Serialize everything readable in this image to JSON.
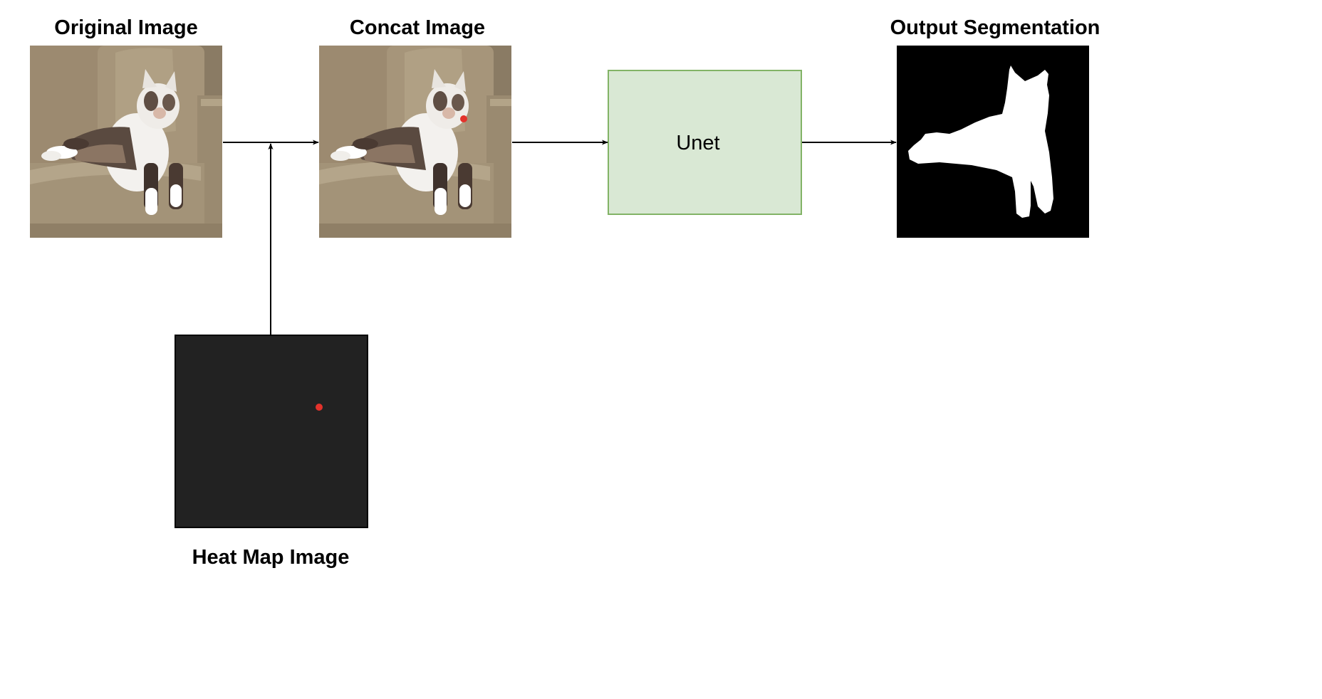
{
  "nodes": {
    "original": {
      "title": "Original Image"
    },
    "concat": {
      "title": "Concat Image"
    },
    "unet": {
      "label": "Unet"
    },
    "output": {
      "title": "Output Segmentation"
    },
    "heatmap": {
      "title": "Heat Map Image"
    }
  },
  "colors": {
    "background": "#ffffff",
    "unet_fill": "#d9e8d4",
    "unet_stroke": "#82b366",
    "heatmap_fill": "#222222",
    "mask_background": "#000000",
    "mask_foreground": "#ffffff",
    "click_point": "#e3322b",
    "sofa": "#a09078",
    "arrow": "#000000"
  },
  "icons": {
    "photo": "cat-on-sofa-photo",
    "mask": "cat-segmentation-mask",
    "point": "click-point-dot"
  }
}
